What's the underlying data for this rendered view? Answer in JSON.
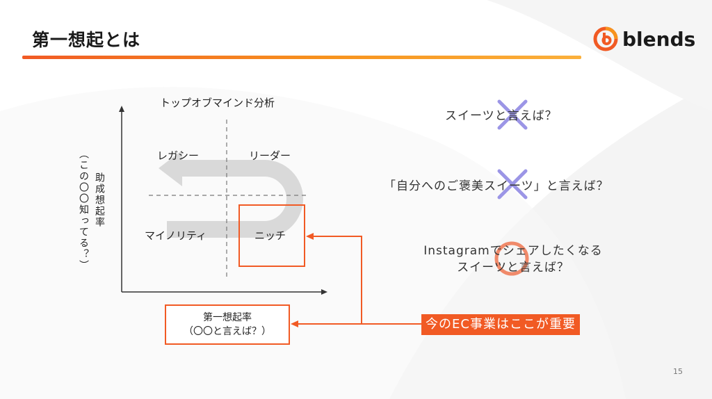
{
  "slide": {
    "title": "第一想起とは",
    "page_number": "15",
    "logo_text": "blends"
  },
  "diagram": {
    "title": "トップオブマインド分析",
    "y_axis_label_main": "助成想起率",
    "y_axis_label_sub": "（この〇〇知ってる？）",
    "x_axis_box_line1": "第一想起率",
    "x_axis_box_line2": "（〇〇と言えば？）",
    "quadrants": {
      "top_left": "レガシー",
      "top_right": "リーダー",
      "bottom_left": "マイノリティ",
      "bottom_right": "ニッチ"
    },
    "callout": "今のEC事業はここが重要"
  },
  "questions": [
    {
      "text": "スイーツと言えば？",
      "mark": "cross"
    },
    {
      "text": "「自分へのご褒美スイーツ」と言えば？",
      "mark": "cross"
    },
    {
      "line1": "Instagramでシェアしたくなる",
      "line2": "スイーツと言えば？",
      "mark": "circle"
    }
  ],
  "colors": {
    "accent": "#f15a24",
    "cross": "#9b95e6",
    "circle": "#f08a6a",
    "arrow_gray": "#d9d9d9"
  }
}
